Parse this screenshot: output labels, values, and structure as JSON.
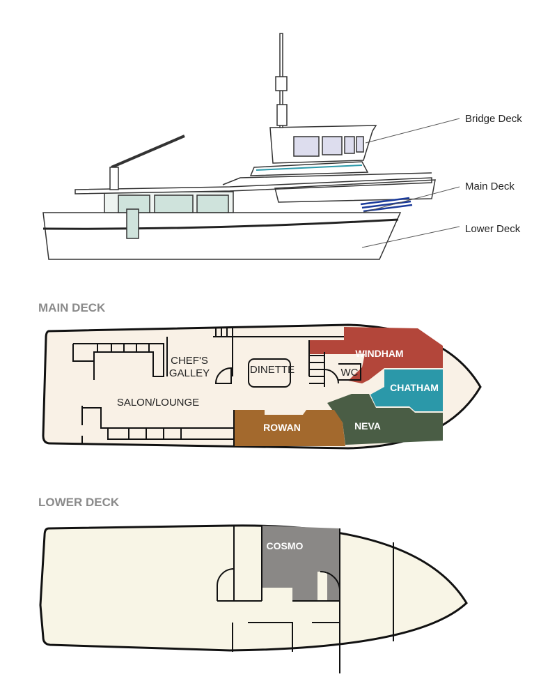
{
  "profile": {
    "callouts": [
      "Bridge Deck",
      "Main Deck",
      "Lower Deck"
    ]
  },
  "main_deck": {
    "heading": "MAIN DECK",
    "areas": {
      "galley_line1": "CHEF'S",
      "galley_line2": "GALLEY",
      "dinette": "DINETTE",
      "wc": "WC",
      "salon": "SALON/LOUNGE"
    },
    "cabins": [
      {
        "name": "WINDHAM",
        "color": "#b3463a"
      },
      {
        "name": "CHATHAM",
        "color": "#2b98a9"
      },
      {
        "name": "NEVA",
        "color": "#4a5d45"
      },
      {
        "name": "ROWAN",
        "color": "#a3692d"
      }
    ]
  },
  "lower_deck": {
    "heading": "LOWER DECK",
    "cabins": [
      {
        "name": "COSMO",
        "color": "#8a8886"
      }
    ]
  }
}
